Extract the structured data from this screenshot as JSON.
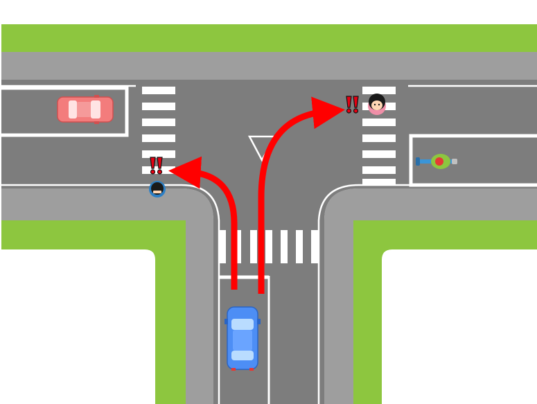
{
  "scene": {
    "type": "traffic-intersection-diagram",
    "layout": "T-junction",
    "colors": {
      "background": "#ffffff",
      "grass": "#8dc63f",
      "sidewalk": "#9e9e9e",
      "road": "#7d7d7d",
      "marking": "#ffffff",
      "arrow": "#ff0000",
      "warning": "#e60012"
    },
    "vehicles": [
      {
        "id": "ego-car",
        "kind": "car",
        "color": "#4d8ef5",
        "heading": "north"
      },
      {
        "id": "parked-car",
        "kind": "car",
        "color": "#f37c7c",
        "heading": "east"
      },
      {
        "id": "motorcyclist",
        "kind": "motorcycle",
        "color": "#3a95d8",
        "heading": "west"
      }
    ],
    "pedestrians": [
      {
        "id": "pedestrian-left",
        "hair": "#1a1a1a",
        "shirt": "#2c7fc5",
        "alert": true
      },
      {
        "id": "pedestrian-right",
        "hair": "#1a1a1a",
        "shirt": "#f08fa8",
        "alert": true
      }
    ],
    "paths": [
      {
        "id": "left-turn-path",
        "direction": "left"
      },
      {
        "id": "right-turn-path",
        "direction": "right"
      }
    ],
    "signs": [
      {
        "id": "yield-marking",
        "kind": "yield-triangle"
      }
    ],
    "warning_icon": "double-exclamation-icon"
  }
}
